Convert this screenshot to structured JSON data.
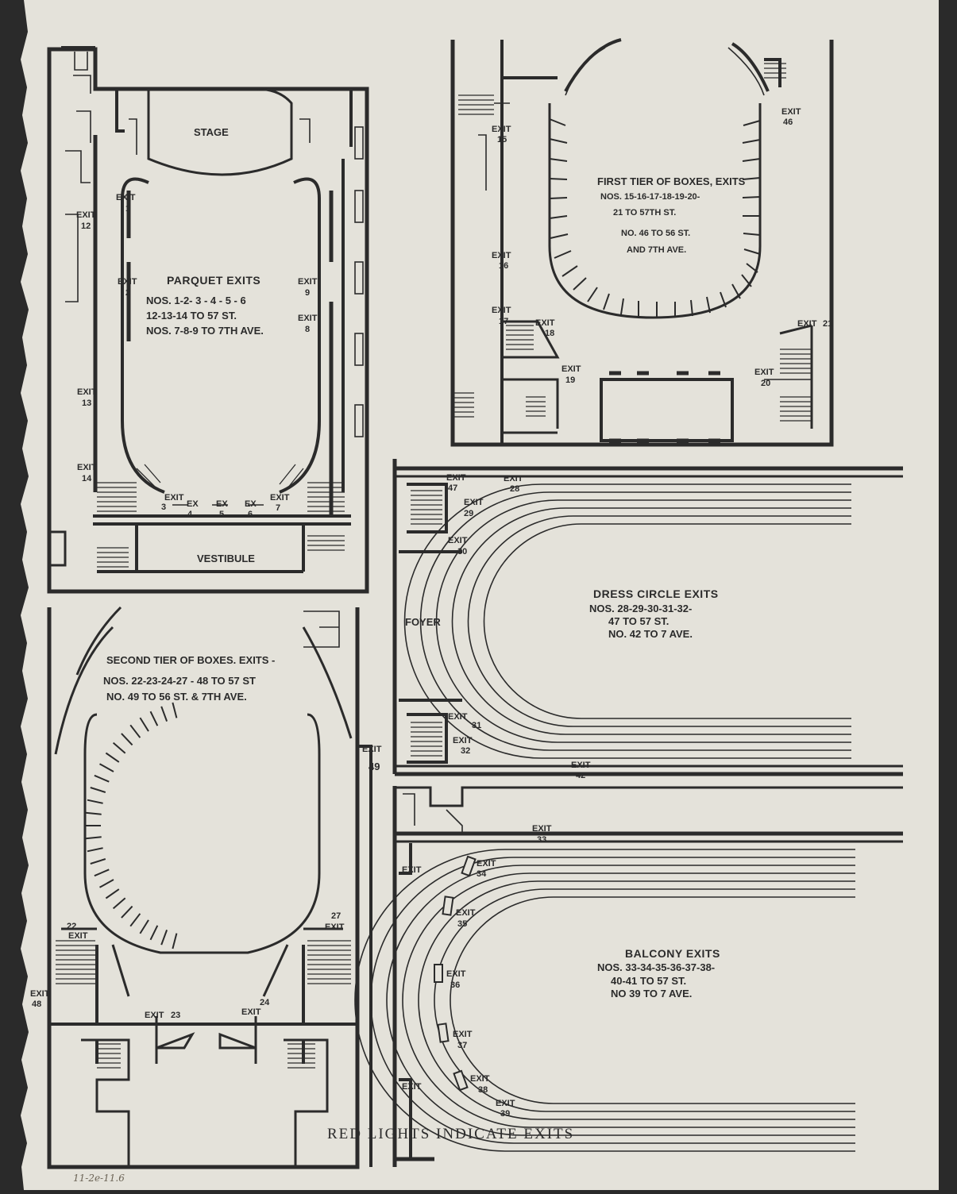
{
  "colors": {
    "paper": "#e4e2da",
    "ink": "#2b2b2b",
    "backdrop": "#2a2a2a"
  },
  "parquet": {
    "stage": "STAGE",
    "vestibule": "VESTIBULE",
    "title": "PARQUET EXITS",
    "line1": "NOS. 1-2- 3 - 4 - 5 - 6",
    "line2": "12-13-14 TO 57 ST.",
    "line3": "NOS. 7-8-9 TO 7TH AVE.",
    "exits": [
      {
        "t": "EXIT",
        "n": "1"
      },
      {
        "t": "EXIT",
        "n": "2"
      },
      {
        "t": "EXIT",
        "n": "3"
      },
      {
        "t": "EX",
        "n": "4"
      },
      {
        "t": "EX",
        "n": "5"
      },
      {
        "t": "EX",
        "n": "6"
      },
      {
        "t": "EXIT",
        "n": "7"
      },
      {
        "t": "EXIT",
        "n": "8"
      },
      {
        "t": "EXIT",
        "n": "9"
      },
      {
        "t": "EXIT",
        "n": "12"
      },
      {
        "t": "EXIT",
        "n": "13"
      },
      {
        "t": "EXIT",
        "n": "14"
      }
    ]
  },
  "first_tier": {
    "title": "FIRST TIER OF BOXES, EXITS",
    "line1": "NOS. 15-16-17-18-19-20-",
    "line2": "21 TO 57TH ST.",
    "line3": "NO. 46 TO 56 ST.",
    "line4": "AND 7TH AVE.",
    "exits": [
      {
        "t": "EXIT",
        "n": "15"
      },
      {
        "t": "EXIT",
        "n": "16"
      },
      {
        "t": "EXIT",
        "n": "17"
      },
      {
        "t": "EXIT",
        "n": "18"
      },
      {
        "t": "EXIT",
        "n": "19"
      },
      {
        "t": "EXIT",
        "n": "20"
      },
      {
        "t": "EXIT",
        "n": "21"
      },
      {
        "t": "EXIT",
        "n": "46"
      }
    ]
  },
  "dress_circle": {
    "foyer": "FOYER",
    "title": "DRESS CIRCLE EXITS",
    "line1": "NOS. 28-29-30-31-32-",
    "line2": "47 TO 57 ST.",
    "line3": "NO. 42 TO 7 AVE.",
    "exits": [
      {
        "t": "EXIT",
        "n": "47"
      },
      {
        "t": "EXIT",
        "n": "28"
      },
      {
        "t": "EXIT",
        "n": "29"
      },
      {
        "t": "EXIT",
        "n": "30"
      },
      {
        "t": "EXIT",
        "n": "31"
      },
      {
        "t": "EXIT",
        "n": "32"
      },
      {
        "t": "EXIT",
        "n": "42"
      }
    ]
  },
  "second_tier": {
    "title": "SECOND TIER OF BOXES. EXITS -",
    "line1": "NOS. 22-23-24-27 - 48 TO 57 ST",
    "line2": "NO. 49 TO 56 ST. & 7TH AVE.",
    "exits": [
      {
        "t": "EXIT",
        "n": "49"
      },
      {
        "t": "EXIT",
        "n": "22"
      },
      {
        "t": "EXIT",
        "n": "27"
      },
      {
        "t": "EXIT",
        "n": "48"
      },
      {
        "t": "EXIT",
        "n": "23"
      },
      {
        "t": "EXIT",
        "n": "24"
      }
    ]
  },
  "balcony": {
    "title": "BALCONY EXITS",
    "line1": "NOS. 33-34-35-36-37-38-",
    "line2": "40-41 TO 57 ST.",
    "line3": "NO 39 TO 7 AVE.",
    "exit_plain": "EXIT",
    "exits": [
      {
        "t": "EXIT",
        "n": "33"
      },
      {
        "t": "EXIT",
        "n": "34"
      },
      {
        "t": "EXIT",
        "n": "35"
      },
      {
        "t": "EXIT",
        "n": "36"
      },
      {
        "t": "EXIT",
        "n": "37"
      },
      {
        "t": "EXIT",
        "n": "38"
      },
      {
        "t": "EXIT",
        "n": "39"
      }
    ]
  },
  "caption": "RED LIGHTS INDICATE EXITS",
  "handwritten_note": "11-2e-11.6"
}
